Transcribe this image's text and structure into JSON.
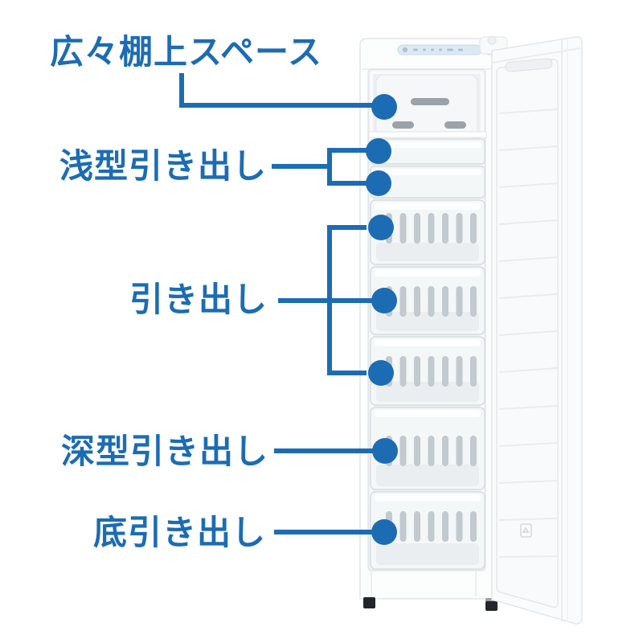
{
  "diagram": {
    "background": "#ffffff",
    "callout_color": "#1c6cb4",
    "product": {
      "body_color": "#fcfdfd",
      "interior_color": "#edf0f2"
    },
    "labels": [
      {
        "name": "shelf-top-space",
        "text": "広々棚上スペース"
      },
      {
        "name": "shallow-drawer",
        "text": "浅型引き出し"
      },
      {
        "name": "drawer",
        "text": "引き出し"
      },
      {
        "name": "deep-drawer",
        "text": "深型引き出し"
      },
      {
        "name": "bottom-drawer",
        "text": "底引き出し"
      }
    ]
  }
}
